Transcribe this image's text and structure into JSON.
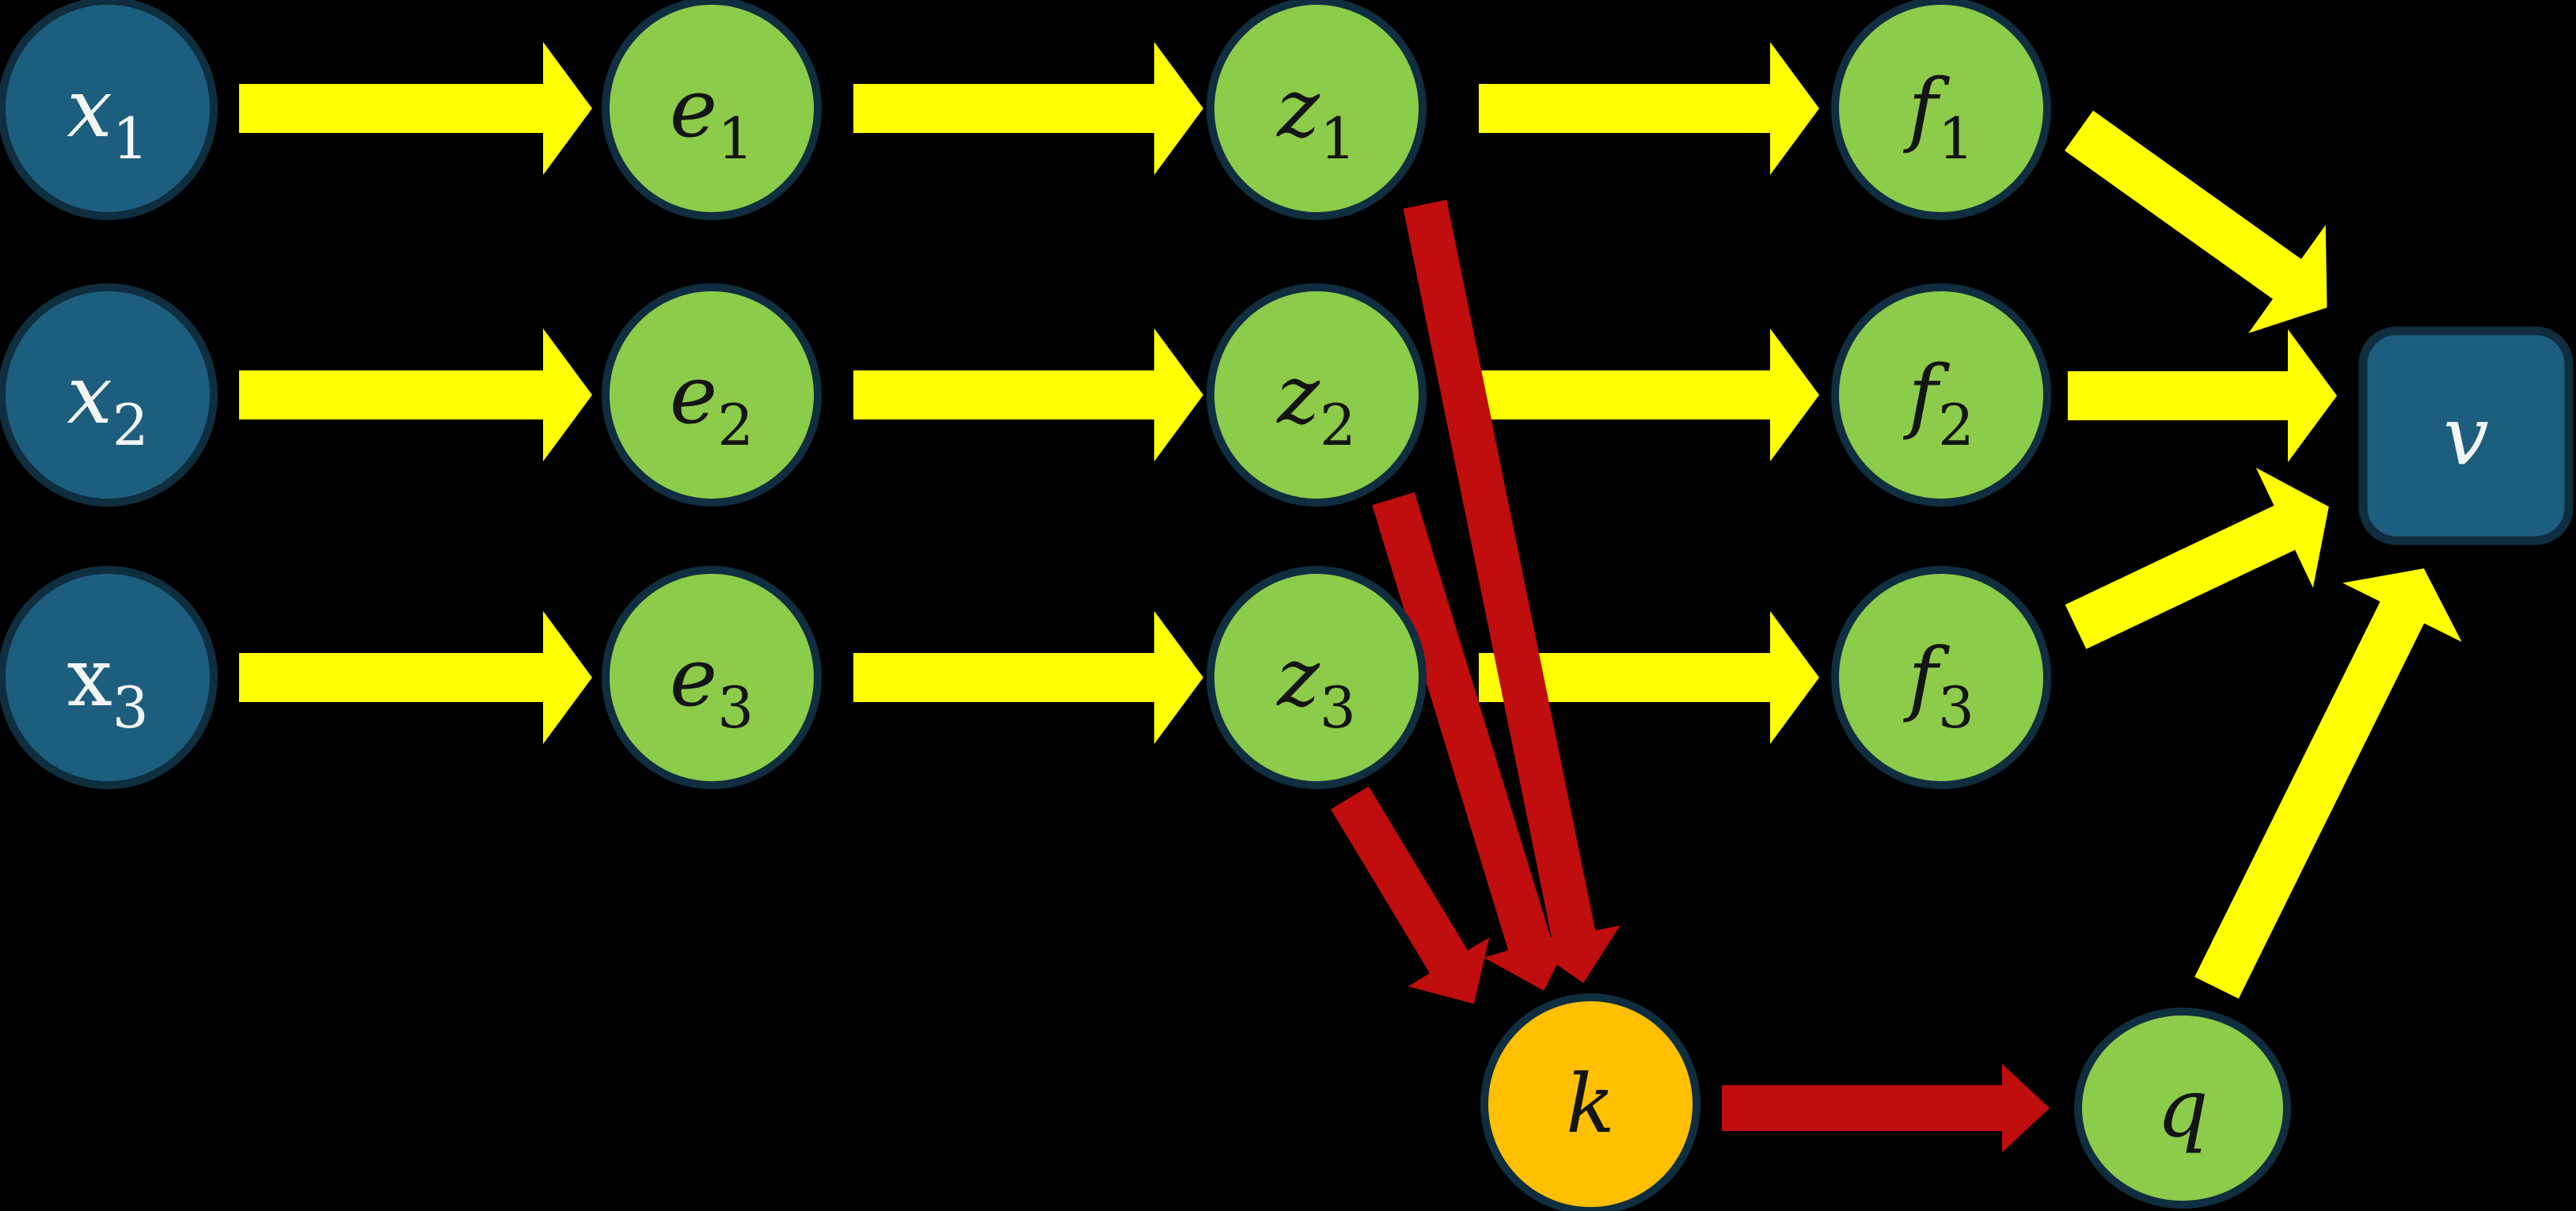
{
  "diagram": {
    "description": "flow graph: inputs x1-x3 map through e, z, f layers to v; z nodes feed k (red), k feeds q (red), q feeds v",
    "background": "#000000"
  },
  "colors": {
    "background": "#000000",
    "node_blue": "#1d5e7e",
    "node_green": "#8dcb4a",
    "node_orange": "#ffc001",
    "node_border": "#0f2e3f",
    "arrow_yellow": "#ffff00",
    "arrow_red": "#c00d0d",
    "label_dark": "#141414",
    "label_light": "#f4f6f6"
  },
  "nodes": {
    "x1": {
      "base": "x",
      "sub": "1",
      "fill": "blue"
    },
    "x2": {
      "base": "x",
      "sub": "2",
      "fill": "blue"
    },
    "x3": {
      "base": "x",
      "sub": "3",
      "fill": "blue"
    },
    "e1": {
      "base": "e",
      "sub": "1",
      "fill": "green"
    },
    "e2": {
      "base": "e",
      "sub": "2",
      "fill": "green"
    },
    "e3": {
      "base": "e",
      "sub": "3",
      "fill": "green"
    },
    "z1": {
      "base": "z",
      "sub": "1",
      "fill": "green"
    },
    "z2": {
      "base": "z",
      "sub": "2",
      "fill": "green"
    },
    "z3": {
      "base": "z",
      "sub": "3",
      "fill": "green"
    },
    "f1": {
      "base": "f",
      "sub": "1",
      "fill": "green"
    },
    "f2": {
      "base": "f",
      "sub": "2",
      "fill": "green"
    },
    "f3": {
      "base": "f",
      "sub": "3",
      "fill": "green"
    },
    "k": {
      "base": "k",
      "sub": "",
      "fill": "orange"
    },
    "q": {
      "base": "q",
      "sub": "",
      "fill": "green"
    },
    "v": {
      "base": "v",
      "sub": "",
      "fill": "blue"
    }
  },
  "edges": [
    {
      "from": "x1",
      "to": "e1",
      "color": "yellow"
    },
    {
      "from": "x2",
      "to": "e2",
      "color": "yellow"
    },
    {
      "from": "x3",
      "to": "e3",
      "color": "yellow"
    },
    {
      "from": "e1",
      "to": "z1",
      "color": "yellow"
    },
    {
      "from": "e2",
      "to": "z2",
      "color": "yellow"
    },
    {
      "from": "e3",
      "to": "z3",
      "color": "yellow"
    },
    {
      "from": "z1",
      "to": "f1",
      "color": "yellow"
    },
    {
      "from": "z2",
      "to": "f2",
      "color": "yellow"
    },
    {
      "from": "z3",
      "to": "f3",
      "color": "yellow"
    },
    {
      "from": "f1",
      "to": "v",
      "color": "yellow"
    },
    {
      "from": "f2",
      "to": "v",
      "color": "yellow"
    },
    {
      "from": "f3",
      "to": "v",
      "color": "yellow"
    },
    {
      "from": "q",
      "to": "v",
      "color": "yellow"
    },
    {
      "from": "z1",
      "to": "k",
      "color": "red"
    },
    {
      "from": "z2",
      "to": "k",
      "color": "red"
    },
    {
      "from": "z3",
      "to": "k",
      "color": "red"
    },
    {
      "from": "k",
      "to": "q",
      "color": "red"
    }
  ]
}
